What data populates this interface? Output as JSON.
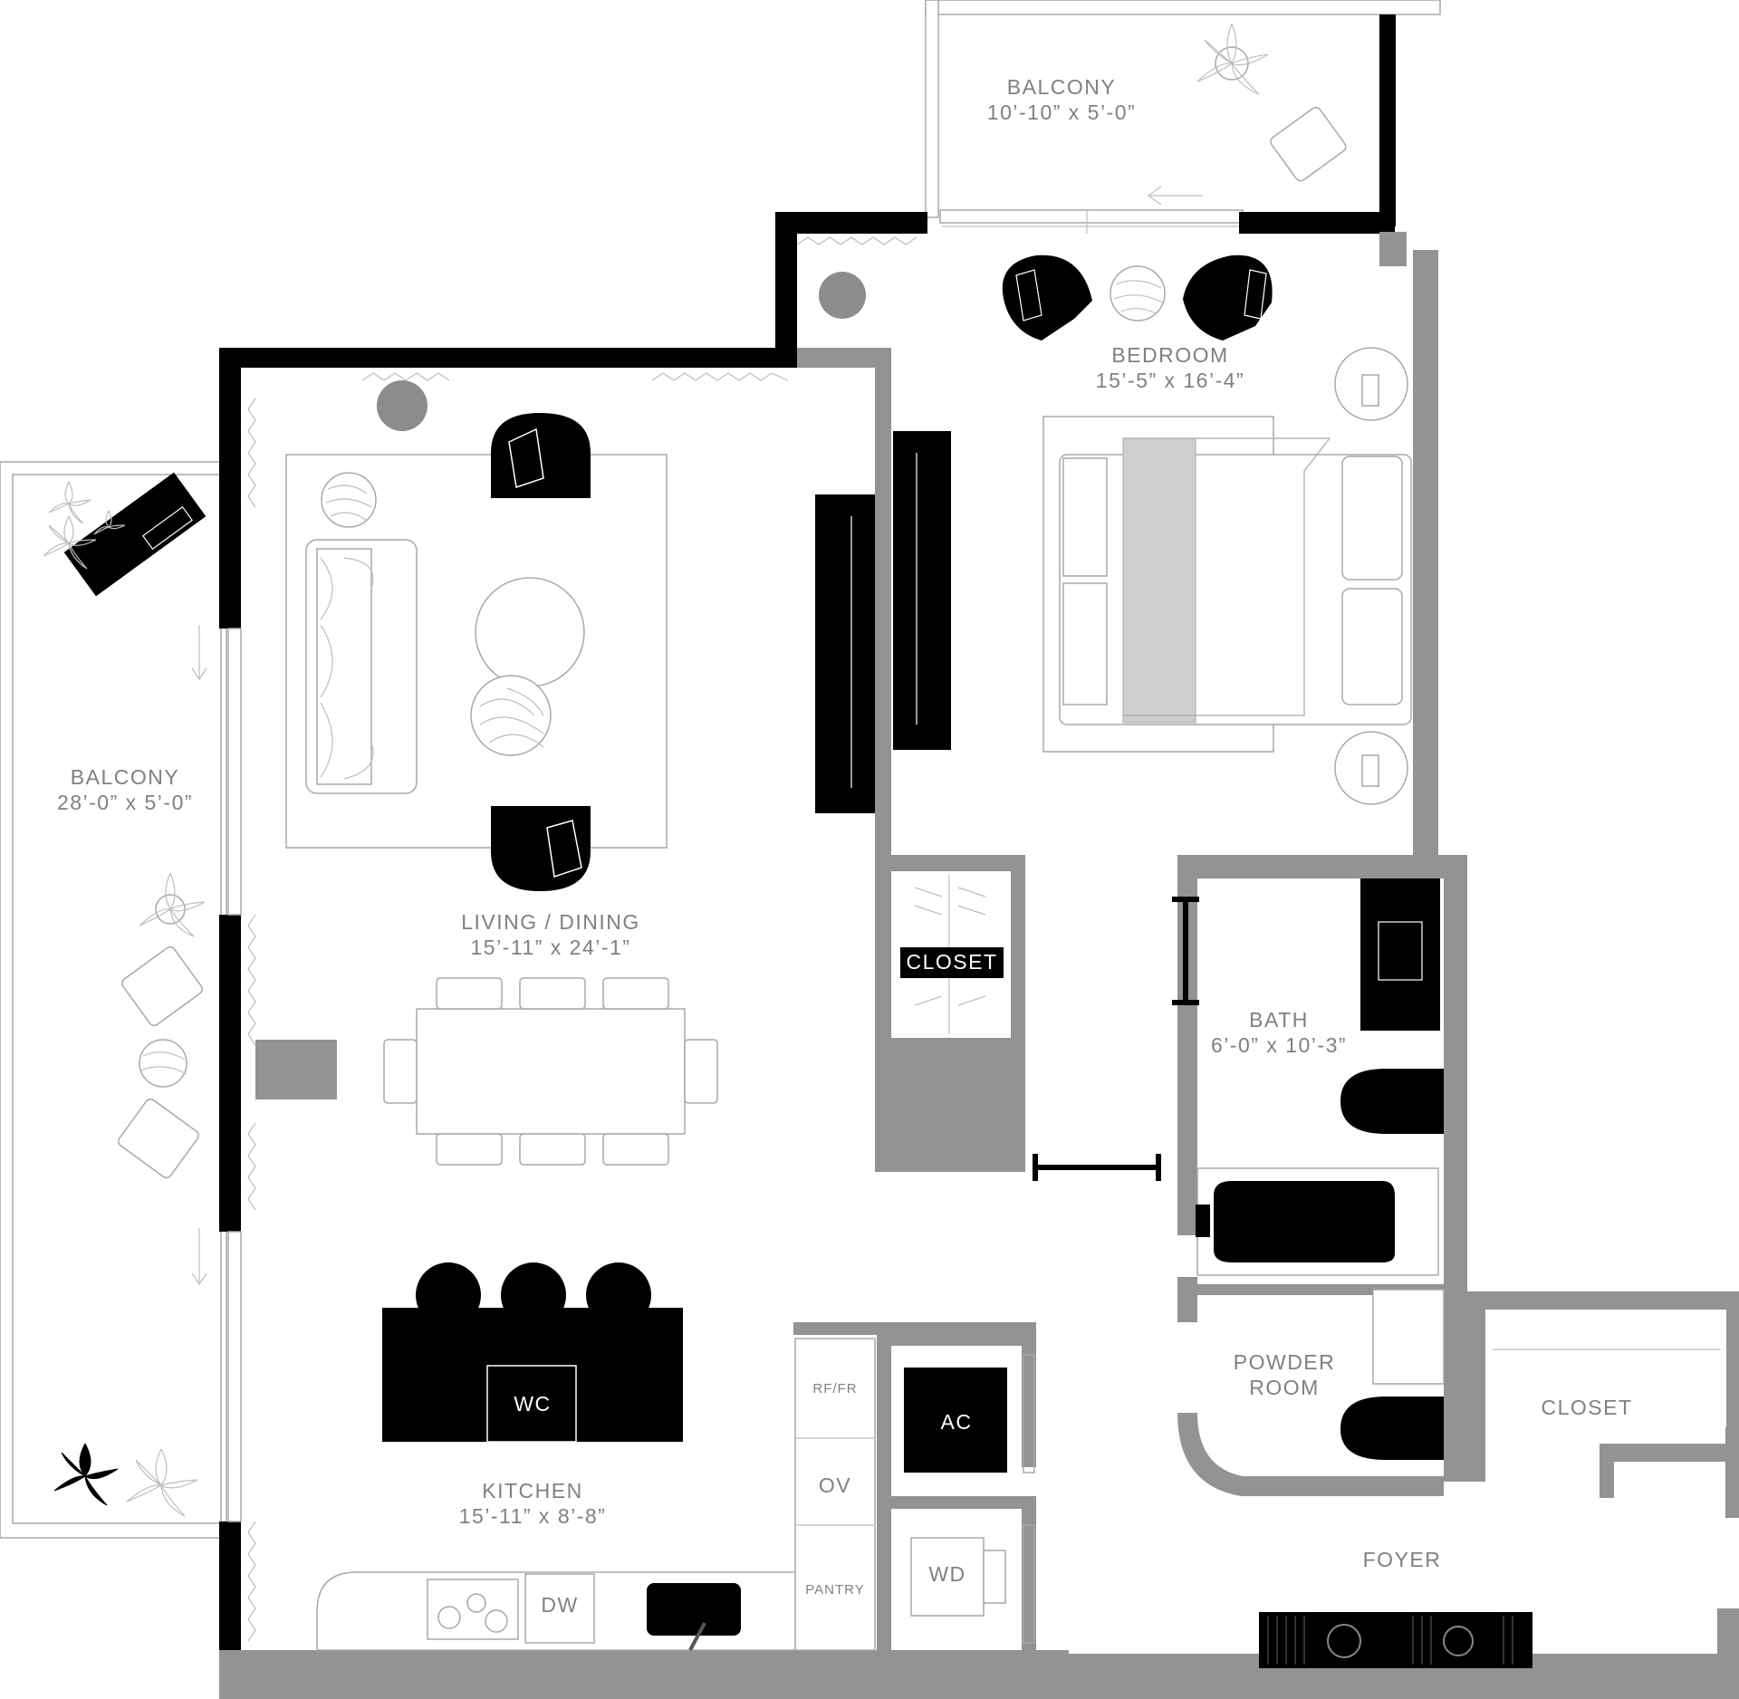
{
  "rooms": {
    "balcony_top": {
      "name": "BALCONY",
      "dims": "10’-10” x 5’-0”"
    },
    "bedroom": {
      "name": "BEDROOM",
      "dims": "15’-5” x 16’-4”"
    },
    "balcony_left": {
      "name": "BALCONY",
      "dims": "28’-0” x 5’-0”"
    },
    "living_dining": {
      "name": "LIVING / DINING",
      "dims": "15’-11” x 24’-1”"
    },
    "closet_bedroom": {
      "name": "CLOSET"
    },
    "bath": {
      "name": "BATH",
      "dims": "6’-0” x 10’-3”"
    },
    "kitchen": {
      "name": "KITCHEN",
      "dims": "15’-11” x 8’-8”"
    },
    "powder_room": {
      "line1": "POWDER",
      "line2": "ROOM"
    },
    "closet_foyer": {
      "name": "CLOSET"
    },
    "foyer": {
      "name": "FOYER"
    }
  },
  "fixtures": {
    "wc": "WC",
    "rf_fr": "RF/FR",
    "ov": "OV",
    "pantry": "PANTRY",
    "ac": "AC",
    "wd": "WD",
    "dw": "DW"
  },
  "colors": {
    "interior_wall": "#949391",
    "exterior_wall": "#000000",
    "label": "#808080"
  }
}
